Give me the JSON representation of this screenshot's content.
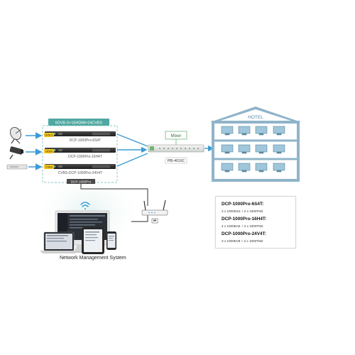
{
  "headend": {
    "group_label": "6DVB-S+16HDMI+24CVBS",
    "unit_labels": [
      "DCP-1000Pro-6S4T",
      "DCP-1000Pro-16H4T",
      "CVBS-DCP-1000Pro-24V4T"
    ],
    "bottom_label": "DCP-1000Pro",
    "input_tags": [
      "DVB-S",
      "HDMI",
      "CVBS"
    ]
  },
  "mixer": {
    "label": "Mixer",
    "device_label": "PBI-4016C"
  },
  "hotel": {
    "label": "HOTEL"
  },
  "nms": {
    "label": "Network Management System"
  },
  "specs": [
    {
      "title": "DCP-1000Pro-6S4T:",
      "detail": "3 x 1000DS2 + 2 x 1000TM2"
    },
    {
      "title": "DCP-1000Pro-16H4T:",
      "detail": "4 x 1000EH4 + 2 x 1000TM2"
    },
    {
      "title": "DCP-1000Pro-24V4T:",
      "detail": "3 x 1000EV8 + 2 x 1000TM2"
    }
  ],
  "colors": {
    "accent_blue": "#3b9bd6",
    "dashed_teal": "#8fc7c4",
    "mixer_green": "#6fb57a",
    "device_dark": "#3a3a3a",
    "tag_yellow": "#f2c21b",
    "hotel_roof": "#8fb4c9",
    "hotel_room": "#9fc6da",
    "wifi_blue": "#3b9bd6"
  },
  "icons": [
    "satellite-dish-icon",
    "cctv-camera-icon",
    "dvd-player-icon",
    "wifi-router-icon",
    "wifi-signal-icon",
    "tv-screen-icon"
  ]
}
